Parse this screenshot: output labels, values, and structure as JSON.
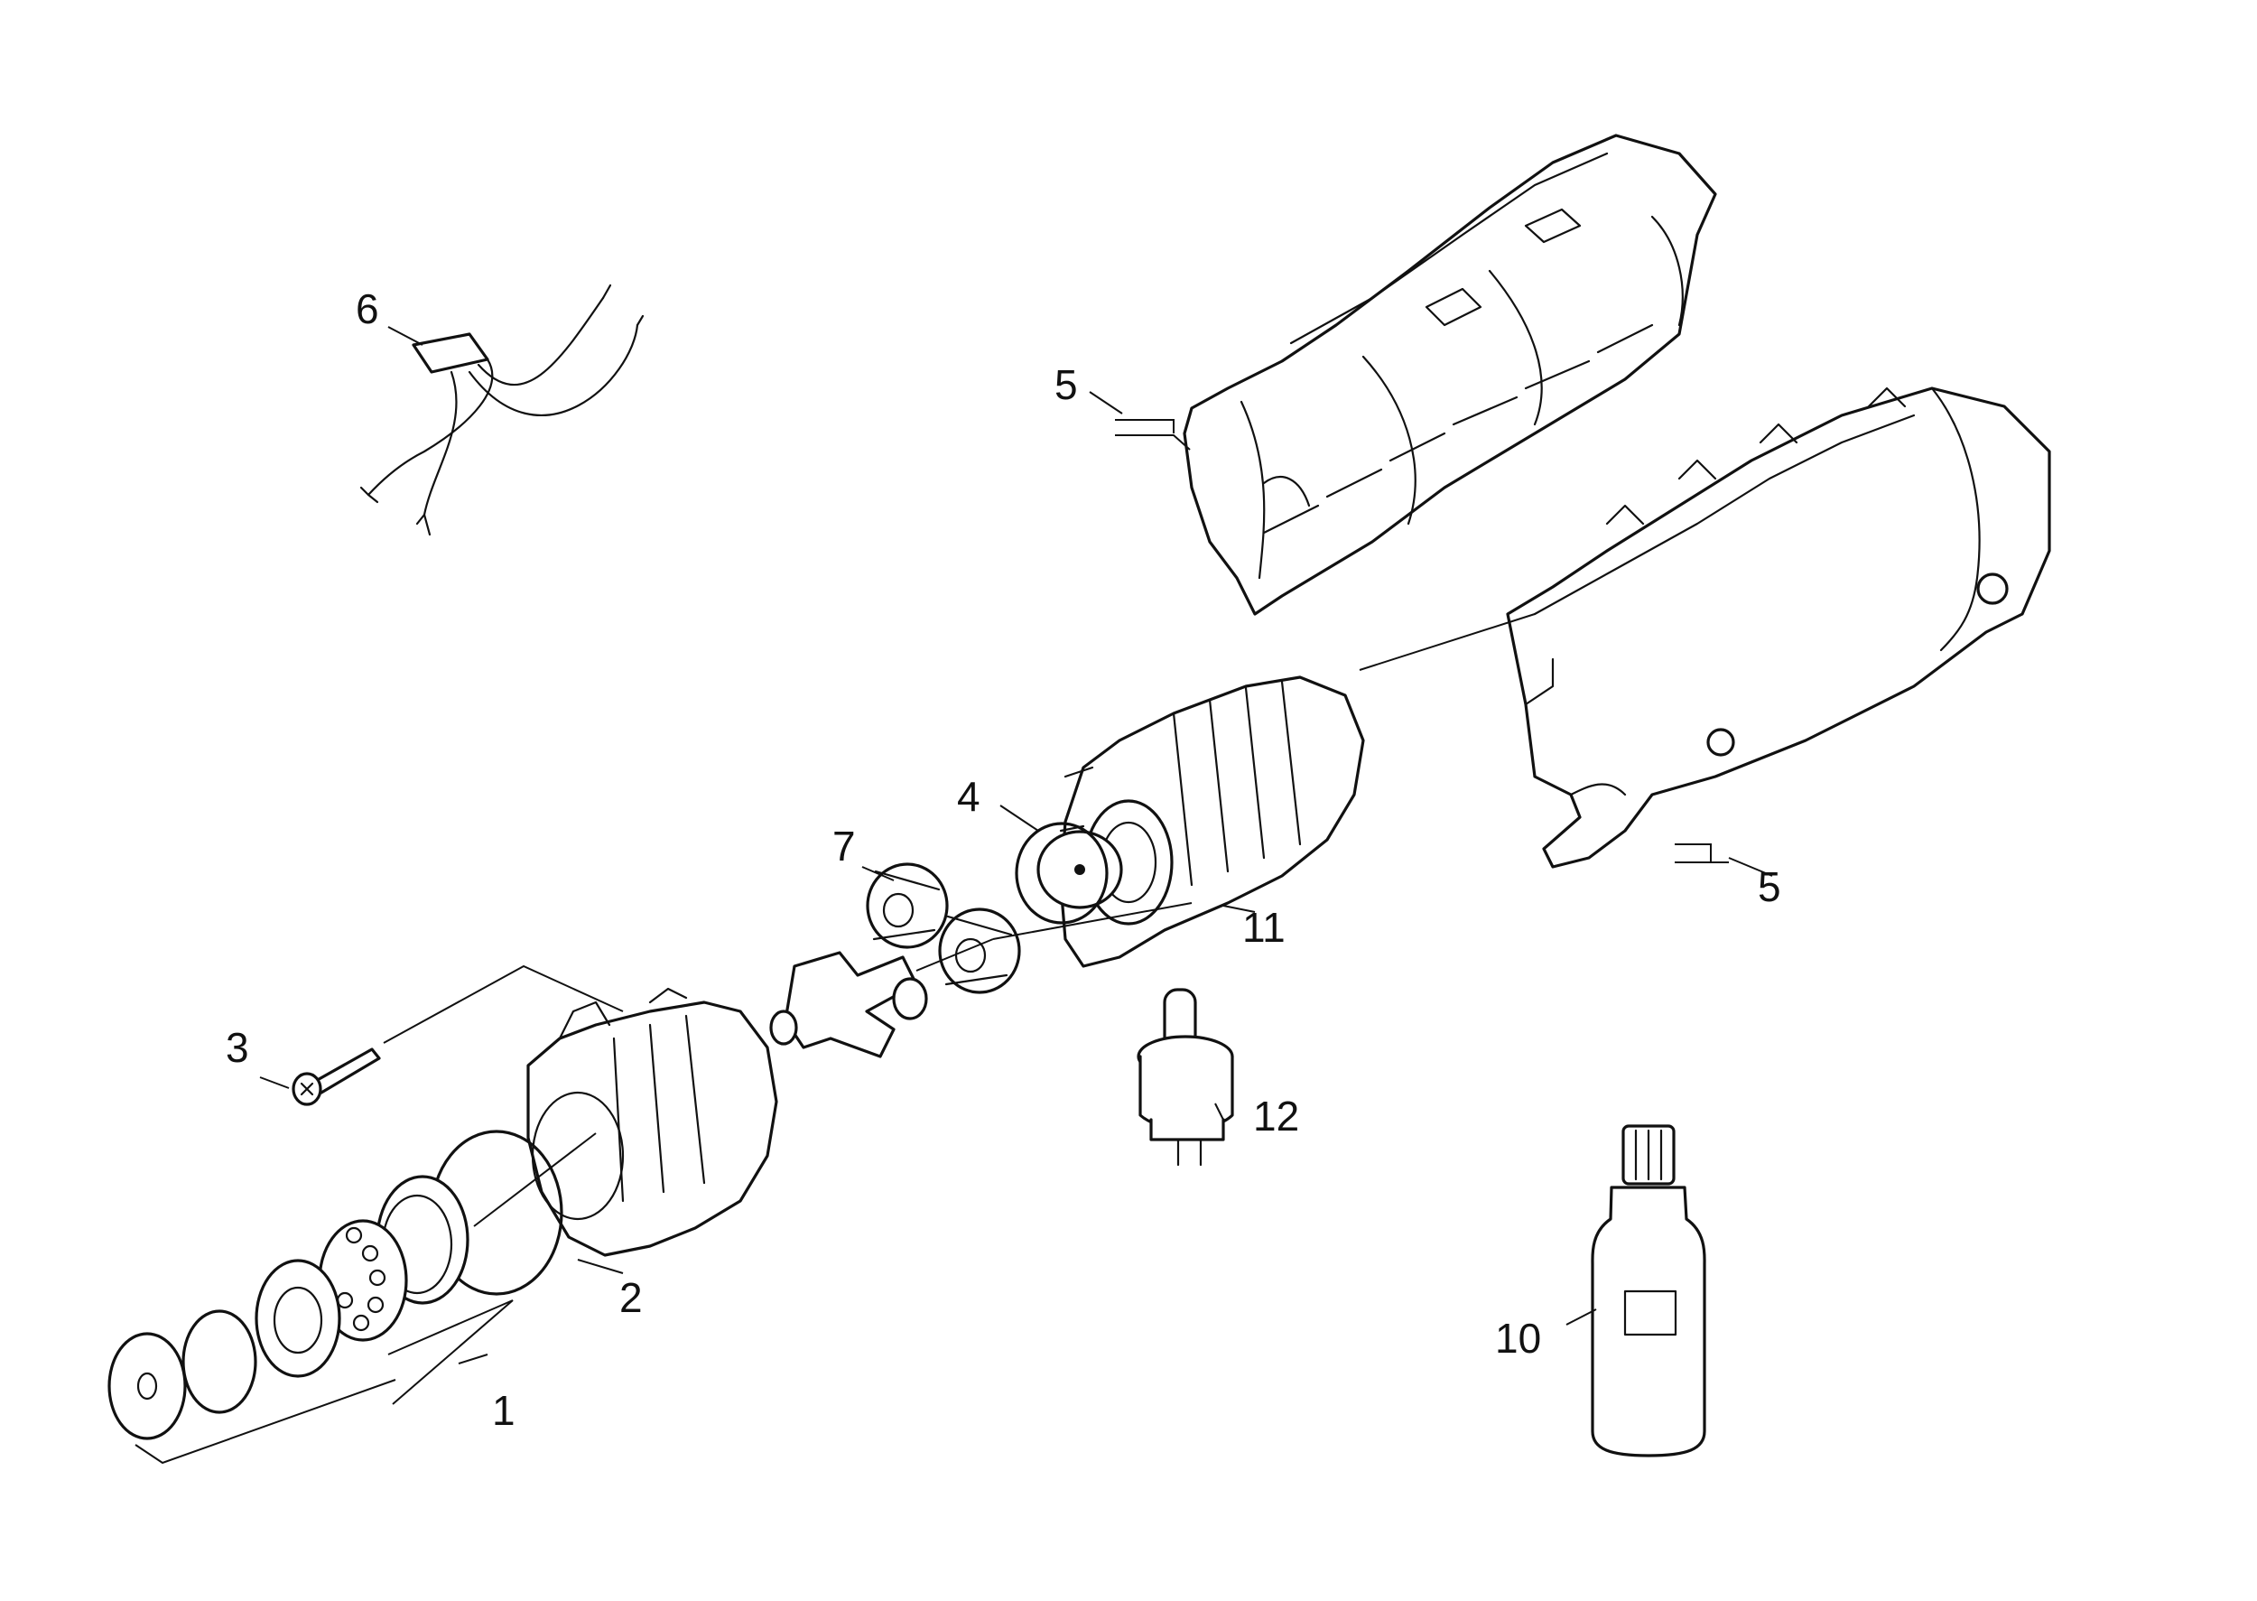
{
  "diagram": {
    "callouts": [
      {
        "id": "c1",
        "label": "1"
      },
      {
        "id": "c2",
        "label": "2"
      },
      {
        "id": "c3",
        "label": "3"
      },
      {
        "id": "c4",
        "label": "4"
      },
      {
        "id": "c5a",
        "label": "5"
      },
      {
        "id": "c5b",
        "label": "5"
      },
      {
        "id": "c6",
        "label": "6"
      },
      {
        "id": "c7",
        "label": "7"
      },
      {
        "id": "c10",
        "label": "10"
      },
      {
        "id": "c11",
        "label": "11"
      },
      {
        "id": "c12",
        "label": "12"
      }
    ]
  }
}
